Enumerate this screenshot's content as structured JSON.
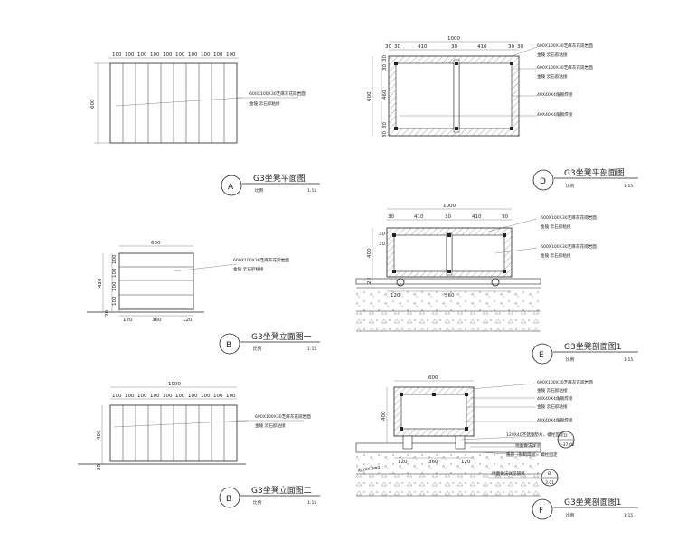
{
  "panels": {
    "A": {
      "letter": "A",
      "title": "G3坐凳平面图",
      "scale_label": "比例",
      "scale": "1:15",
      "dims_top": [
        "100",
        "100",
        "100",
        "100",
        "100",
        "100",
        "100",
        "100",
        "100",
        "100"
      ],
      "dim_left": "600",
      "notes": [
        "600X100X30芝麻灰花岗岩面",
        "金陵  云石胶粘接"
      ]
    },
    "B1": {
      "letter": "B",
      "title": "G3坐凳立面图一",
      "scale_label": "比例",
      "scale": "1:15",
      "dim_top": "600",
      "dims_left": [
        "100",
        "100",
        "100",
        "100"
      ],
      "dim_left_total": "420",
      "dim_left_bottom": "20",
      "dims_bottom": [
        "120",
        "360",
        "120"
      ],
      "notes": [
        "600X100X30芝麻灰花岗岩面",
        "金陵  云石胶粘接"
      ]
    },
    "B2": {
      "letter": "B",
      "title": "G3坐凳立面图二",
      "scale_label": "比例",
      "scale": "1:15",
      "dim_total": "1000",
      "dims_top": [
        "100",
        "100",
        "100",
        "100",
        "100",
        "100",
        "100",
        "100",
        "100",
        "100"
      ],
      "dim_left": "400",
      "dim_left_bottom": "20",
      "notes": [
        "600X100X30芝麻灰花岗岩面",
        "金陵  云石胶粘接"
      ]
    },
    "D": {
      "letter": "D",
      "title": "G3坐凳平剖面图",
      "scale_label": "比例",
      "scale": "1:15",
      "dim_total": "1000",
      "dims_top": [
        "30",
        "30",
        "410",
        "30",
        "410",
        "30",
        "30"
      ],
      "dims_left": [
        "30",
        "30",
        "460",
        "30",
        "30"
      ],
      "dim_left_total": "600",
      "notes": [
        "600X100X30芝麻灰花岗岩面",
        "金陵  云石胶粘接",
        "600X100X30芝麻灰花岗岩面",
        "金陵  云石胶粘接",
        "40X40X4角钢焊接",
        "40X40X4角钢焊接"
      ]
    },
    "E": {
      "letter": "E",
      "title": "G3坐凳剖面图1",
      "scale_label": "比例",
      "scale": "1:15",
      "dim_total": "1000",
      "dims_top": [
        "30",
        "410",
        "30",
        "410",
        "30"
      ],
      "dims_left": [
        "30",
        "30"
      ],
      "dim_left_total": "400",
      "dim_left_bottom": "20",
      "dims_bottom": [
        "120",
        "560"
      ],
      "notes": [
        "600X100X30芝麻灰花岗岩面",
        "金陵  云石胶粘接",
        "600X100X30芝麻灰花岗岩面",
        "金陵  云石胶粘接"
      ]
    },
    "F": {
      "letter": "F",
      "title": "G3坐凳剖面图1",
      "scale_label": "比例",
      "scale": "1:15",
      "dim_top": "600",
      "dim_left": "400",
      "dims_bottom": [
        "120",
        "360",
        "120"
      ],
      "notes": [
        "600X100X30芝麻灰花岗岩面",
        "金陵  云石胶粘接",
        "40X40X4角钢焊接",
        "金陵  云石胶粘接",
        "40X40X4角钢焊接",
        "120X40不锈钢垫片，螺栓固定",
        "地面做法详见",
        "底座（钢制焊接）  螺栓固定"
      ],
      "ref1_letter": "D",
      "ref1_sheet": "4-37.02",
      "ref2_letter": "B",
      "ref2_sheet": "3.01",
      "ref2_note": "地面做法详见铺装",
      "small_label": "XC/XX.dwg"
    }
  }
}
